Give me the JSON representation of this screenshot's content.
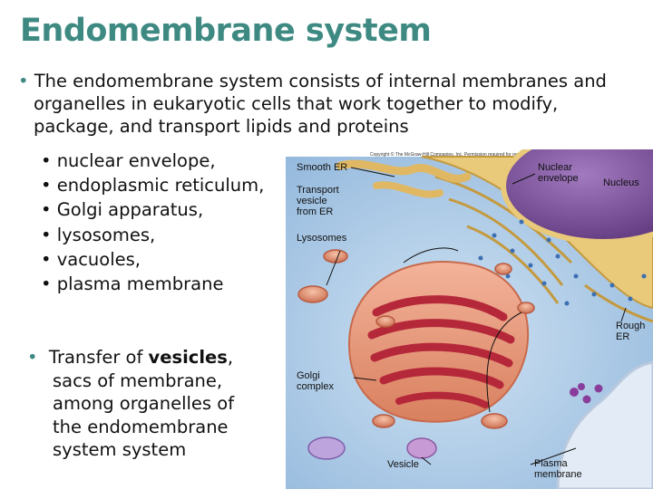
{
  "title": "Endomembrane system",
  "intro": {
    "bullet": "•",
    "line1": "The endomembrane system consists of internal membranes and",
    "line2": "organelles in eukaryotic cells that work together to modify,",
    "line3": "package, and transport lipids and proteins"
  },
  "organelles": [
    "• nuclear envelope,",
    "• endoplasmic reticulum,",
    "• Golgi apparatus,",
    "• lysosomes,",
    "• vacuoles,",
    "• plasma membrane"
  ],
  "vesicle_note": {
    "bullet": "•",
    "pre": "Transfer of ",
    "bold": "vesicles",
    "post": ",",
    "line2": "sacs of membrane,",
    "line3": "among organelles of",
    "line4": "the endomembrane",
    "line5": "system system"
  },
  "figure": {
    "copyright": "Copyright © The McGraw-Hill Companies, Inc. Permission required for reproduction or display.",
    "labels": {
      "smooth_er": "Smooth ER",
      "transport_1": "Transport",
      "transport_2": "vesicle",
      "transport_3": "from ER",
      "nuclear_1": "Nuclear",
      "nuclear_2": "envelope",
      "nucleus": "Nucleus",
      "lysosomes": "Lysosomes",
      "rough_1": "Rough",
      "rough_2": "ER",
      "golgi_1": "Golgi",
      "golgi_2": "complex",
      "vesicle": "Vesicle",
      "plasma_1": "Plasma",
      "plasma_2": "membrane"
    },
    "colors": {
      "cytoplasm": "#a9c8e6",
      "er": "#e9c97a",
      "nucleus": "#7a4d9a",
      "golgi": "#c23a44",
      "vesicle": "#e07a5a"
    }
  }
}
